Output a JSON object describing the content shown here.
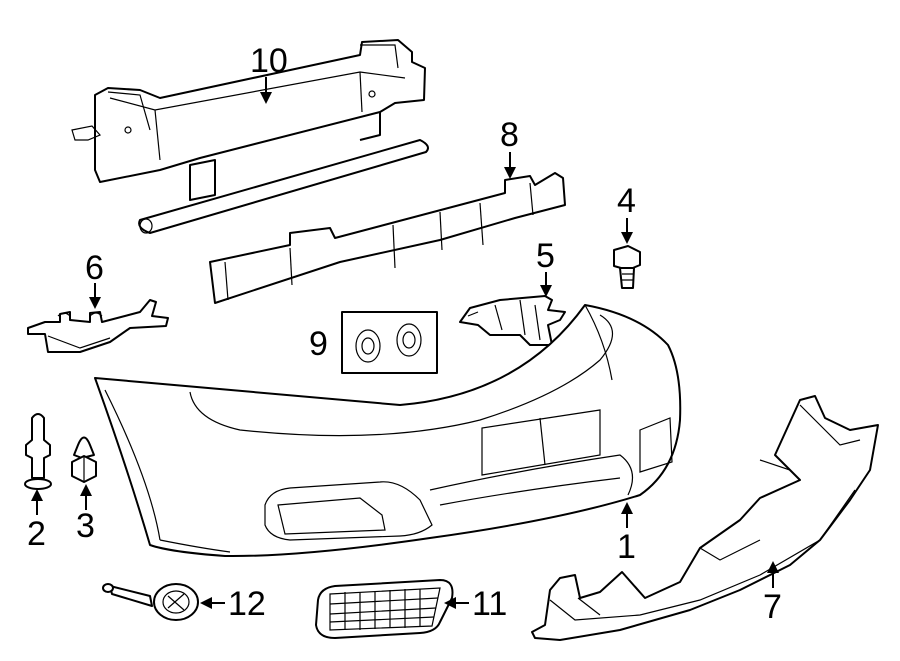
{
  "diagram": {
    "callouts": [
      {
        "id": "callout-1",
        "label": "1",
        "part": "bumper-cover"
      },
      {
        "id": "callout-2",
        "label": "2",
        "part": "push-pin-retainer"
      },
      {
        "id": "callout-3",
        "label": "3",
        "part": "hex-nut"
      },
      {
        "id": "callout-4",
        "label": "4",
        "part": "bolt"
      },
      {
        "id": "callout-5",
        "label": "5",
        "part": "side-bracket-right"
      },
      {
        "id": "callout-6",
        "label": "6",
        "part": "side-bracket-left"
      },
      {
        "id": "callout-7",
        "label": "7",
        "part": "valance-panel"
      },
      {
        "id": "callout-8",
        "label": "8",
        "part": "energy-absorber"
      },
      {
        "id": "callout-9",
        "label": "9",
        "part": "grommet-kit"
      },
      {
        "id": "callout-10",
        "label": "10",
        "part": "reinforcement-beam"
      },
      {
        "id": "callout-11",
        "label": "11",
        "part": "fog-lamp-grille"
      },
      {
        "id": "callout-12",
        "label": "12",
        "part": "sensor-with-harness"
      }
    ]
  }
}
